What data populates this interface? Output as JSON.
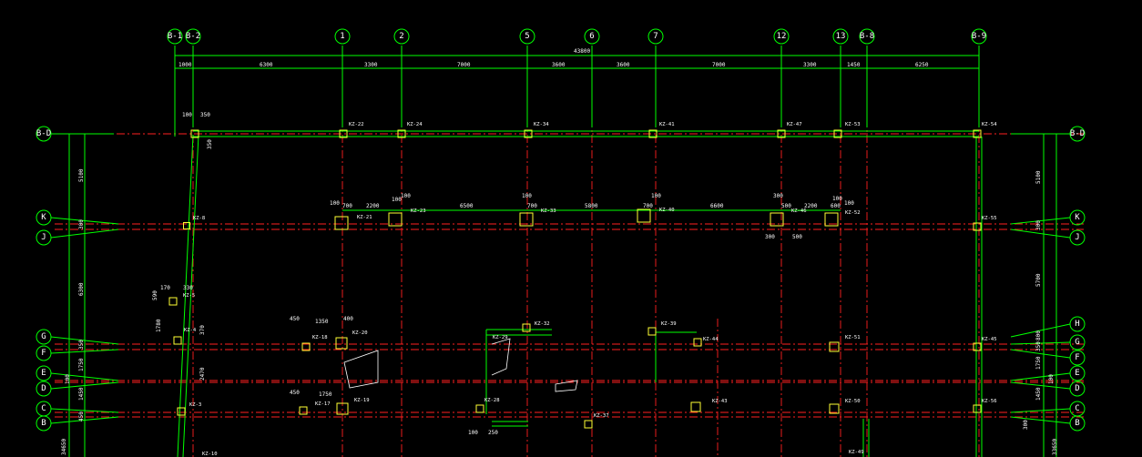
{
  "colors": {
    "background": "#000000",
    "axis": "#00ff00",
    "gridline": "#ff2020",
    "column": "#ffff33",
    "text": "#ffffff"
  },
  "top_axes": [
    {
      "label": "B-1"
    },
    {
      "label": "B-2"
    },
    {
      "label": "1"
    },
    {
      "label": "2"
    },
    {
      "label": "5"
    },
    {
      "label": "6"
    },
    {
      "label": "7"
    },
    {
      "label": "12"
    },
    {
      "label": "13"
    },
    {
      "label": "B-8"
    },
    {
      "label": "B-9"
    }
  ],
  "left_axes": [
    {
      "label": "B-D"
    },
    {
      "label": "K"
    },
    {
      "label": "J"
    },
    {
      "label": "G"
    },
    {
      "label": "F"
    },
    {
      "label": "E"
    },
    {
      "label": "D"
    },
    {
      "label": "C"
    },
    {
      "label": "B"
    }
  ],
  "right_axes": [
    {
      "label": "B-D"
    },
    {
      "label": "K"
    },
    {
      "label": "J"
    },
    {
      "label": "H"
    },
    {
      "label": "G"
    },
    {
      "label": "F"
    },
    {
      "label": "E"
    },
    {
      "label": "D"
    },
    {
      "label": "C"
    },
    {
      "label": "B"
    }
  ],
  "top_dimensions": {
    "total": "43800",
    "spans": [
      "1000",
      "6300",
      "3300",
      "7000",
      "3600",
      "3600",
      "7000",
      "3300",
      "1450",
      "6250"
    ]
  },
  "left_dimensions": [
    "5100",
    "300",
    "6300",
    "1780",
    "350",
    "1750",
    "100",
    "1450",
    "450",
    "34650"
  ],
  "right_dimensions": [
    "5100",
    "300",
    "5700",
    "800",
    "350",
    "1750",
    "100",
    "1450",
    "300",
    "33650"
  ],
  "inner_dimensions": {
    "row_k": [
      "100",
      "700",
      "2200",
      "100",
      "100",
      "6500",
      "100",
      "700",
      "5800",
      "100",
      "700",
      "6600",
      "300",
      "500",
      "2200",
      "100",
      "600",
      "100"
    ],
    "col_b2": [
      "100",
      "350",
      "350"
    ],
    "misc": [
      "170",
      "330",
      "590",
      "370",
      "2470",
      "450",
      "1350",
      "400",
      "450",
      "1750",
      "100",
      "250",
      "300",
      "500"
    ]
  },
  "column_labels": [
    "KZ-22",
    "KZ-24",
    "KZ-34",
    "KZ-41",
    "KZ-47",
    "KZ-53",
    "KZ-54",
    "KZ-8",
    "KZ-21",
    "KZ-23",
    "KZ-33",
    "KZ-40",
    "KZ-46",
    "KZ-52",
    "KZ-55",
    "KZ-5",
    "KZ-4",
    "KZ-18",
    "KZ-20",
    "KZ-32",
    "KZ-29",
    "KZ-39",
    "KZ-44",
    "KZ-51",
    "KZ-45",
    "KZ-3",
    "KZ-17",
    "KZ-19",
    "KZ-28",
    "KZ-37",
    "KZ-43",
    "KZ-50",
    "KZ-56",
    "KZ-49",
    "KZ-10"
  ]
}
